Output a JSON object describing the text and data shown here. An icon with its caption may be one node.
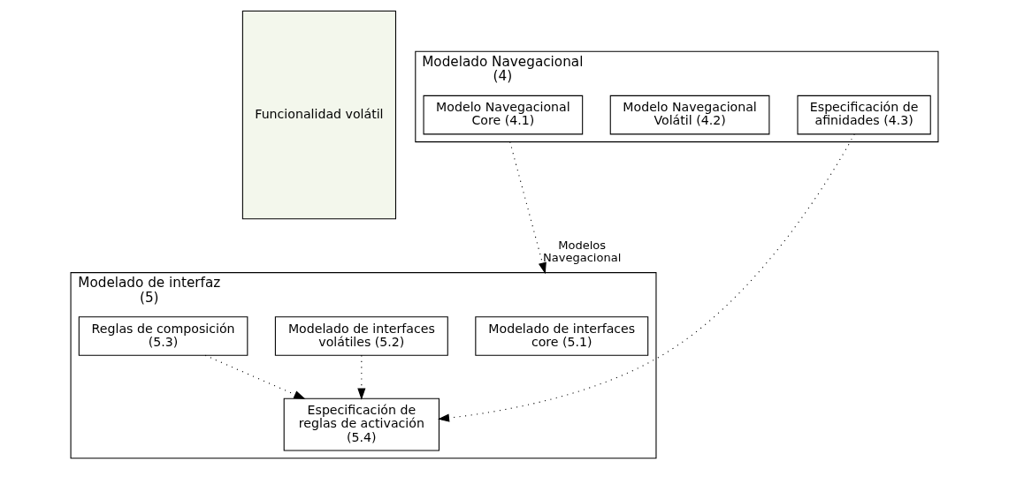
{
  "diagram": {
    "nodes": [
      {
        "text": [
          "Funcionalidad volátil"
        ]
      },
      {
        "text": [
          "Modelado Navegacional (4)"
        ]
      },
      {
        "text": [
          "Modelo Navegacional Core (4.1)"
        ],
        "in": 1
      },
      {
        "text": [
          "Modelo Navegacional Volátil (4.2)"
        ],
        "in": 1
      },
      {
        "text": [
          "Especificación de afinidades (4.3)"
        ],
        "in": 1
      },
      {
        "text": [
          "Modelado de interfaz (5)"
        ]
      },
      {
        "text": [
          "Modelado de interfaces core (5.1)"
        ],
        "in": 5
      },
      {
        "text": [
          "Modelado de interfaces volátiles (5.2)"
        ],
        "in": 5
      },
      {
        "text": [
          "Reglas de composición (5.3)"
        ],
        "in": 5
      },
      {
        "text": [
          "Especificación de reglas de activación  (5.4)"
        ],
        "in": 5
      }
    ],
    "edges": [
      {
        "from": 1,
        "to": 5,
        "arrow": "to",
        "style": "dashed",
        "label": "Modelos Navegacional"
      },
      {
        "from": 7,
        "to": 9,
        "arrow": "to",
        "style": "dashed"
      },
      {
        "from": 8,
        "to": 9,
        "arrow": "to",
        "style": "dashed"
      },
      {
        "from": 4,
        "to": 9,
        "arrow": "to",
        "style": "dashed"
      }
    ]
  }
}
